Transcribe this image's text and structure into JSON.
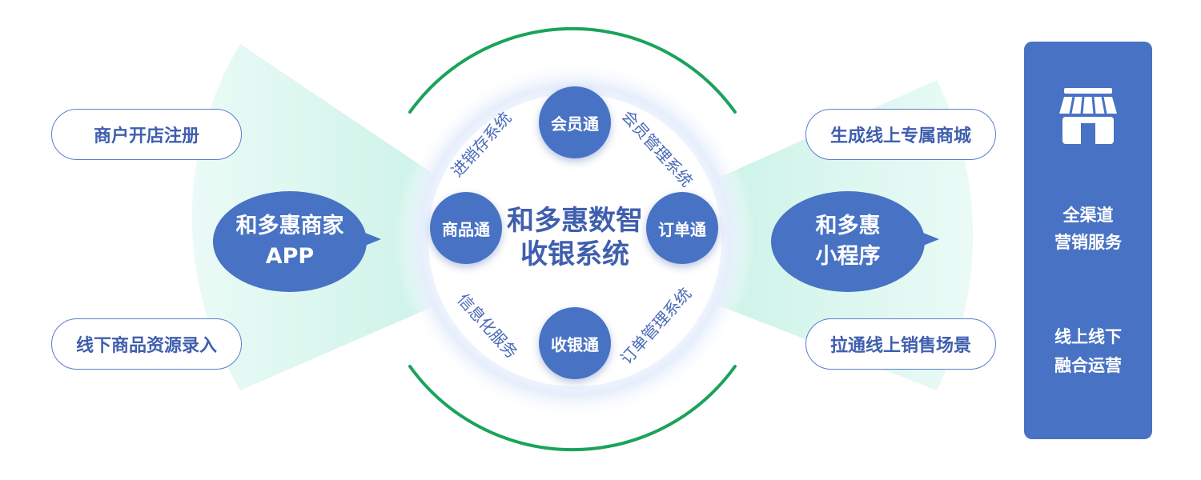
{
  "left": {
    "top_label": "商户开店注册",
    "bottom_label": "线下商品资源录入",
    "bubble_line1": "和多惠商家",
    "bubble_line2": "APP"
  },
  "center": {
    "title_line1": "和多惠数智",
    "title_line2": "收银系统",
    "nodes": {
      "top": "会员通",
      "left": "商品通",
      "right": "订单通",
      "bottom": "收银通"
    },
    "arcs": {
      "top_left": "进销存系统",
      "top_right": "会员管理系统",
      "bottom_left": "信息化服务",
      "bottom_right": "订单管理系统"
    }
  },
  "right": {
    "top_label": "生成线上专属商城",
    "bottom_label": "拉通线上销售场景",
    "bubble_line1": "和多惠",
    "bubble_line2": "小程序"
  },
  "panel": {
    "line1": "全渠道",
    "line2": "营销服务",
    "line3": "线上线下",
    "line4": "融合运营",
    "icon": "store-icon"
  },
  "colors": {
    "primary_blue": "#4872c4",
    "text_blue": "#3f5fae",
    "ring_green": "#1aa35a",
    "fan_mint": "#d6f6ee"
  }
}
